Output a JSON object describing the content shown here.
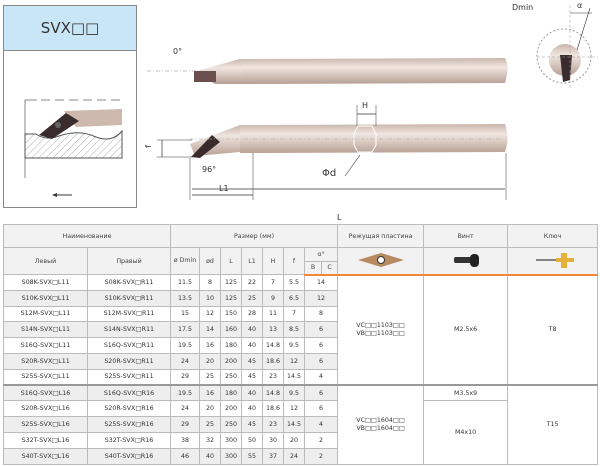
{
  "series_title": "SVX□□",
  "drawing_labels": {
    "angle_zero": "0°",
    "angle_96": "96°",
    "f": "f",
    "H": "H",
    "phi_d": "Φd",
    "L1": "L1",
    "L": "L",
    "dmin": "Dmin",
    "alpha": "α"
  },
  "table": {
    "headers": {
      "name": "Наименование",
      "size": "Размер (мм)",
      "insert": "Режущая пластина",
      "screw": "Винт",
      "key": "Ключ",
      "left": "Левый",
      "right": "Правый",
      "dmin": "ø Dmin",
      "d": "ød",
      "L": "L",
      "L1": "L1",
      "H": "H",
      "f": "f",
      "alpha": "α°",
      "B": "B",
      "C": "C"
    },
    "rows": [
      [
        "S08K-SVX□L11",
        "S08K-SVX□R11",
        "11.5",
        "8",
        "125",
        "22",
        "7",
        "5.5",
        "14"
      ],
      [
        "S10K-SVX□L11",
        "S10K-SVX□R11",
        "13.5",
        "10",
        "125",
        "25",
        "9",
        "6.5",
        "12"
      ],
      [
        "S12M-SVX□L11",
        "S12M-SVX□R11",
        "15",
        "12",
        "150",
        "28",
        "11",
        "7",
        "8"
      ],
      [
        "S14N-SVX□L11",
        "S14N-SVX□R11",
        "17.5",
        "14",
        "160",
        "40",
        "13",
        "8.5",
        "6"
      ],
      [
        "S16Q-SVX□L11",
        "S16Q-SVX□R11",
        "19.5",
        "16",
        "180",
        "40",
        "14.8",
        "9.5",
        "6"
      ],
      [
        "S20R-SVX□L11",
        "S20R-SVX□R11",
        "24",
        "20",
        "200",
        "45",
        "18.6",
        "12",
        "6"
      ],
      [
        "S25S-SVX□L11",
        "S25S-SVX□R11",
        "29",
        "25",
        "250",
        "45",
        "23",
        "14.5",
        "4"
      ],
      [
        "S16Q-SVX□L16",
        "S16Q-SVX□R16",
        "19.5",
        "16",
        "180",
        "40",
        "14.8",
        "9.5",
        "6"
      ],
      [
        "S20R-SVX□L16",
        "S20R-SVX□R16",
        "24",
        "20",
        "200",
        "40",
        "18.6",
        "12",
        "6"
      ],
      [
        "S25S-SVX□L16",
        "S25S-SVX□R16",
        "29",
        "25",
        "250",
        "45",
        "23",
        "14.5",
        "4"
      ],
      [
        "S32T-SVX□L16",
        "S32T-SVX□R16",
        "38",
        "32",
        "300",
        "50",
        "30",
        "20",
        "2"
      ],
      [
        "S40T-SVX□L16",
        "S40T-SVX□R16",
        "46",
        "40",
        "300",
        "55",
        "37",
        "24",
        "2"
      ]
    ],
    "group1": {
      "insert1": "VC□□1103□□",
      "insert2": "VB□□1103□□",
      "screw": "M2.5x6",
      "key": "T8"
    },
    "group2": {
      "insert1": "VC□□1604□□",
      "insert2": "VB□□1604□□",
      "screw_a": "M3.5x9",
      "screw_b": "M4x10",
      "key": "T15"
    }
  }
}
